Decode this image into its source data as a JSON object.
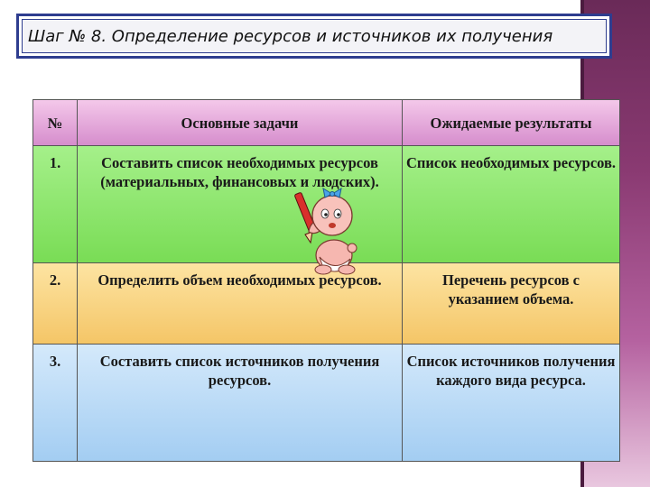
{
  "title": "Шаг № 8. Определение ресурсов и источников их получения",
  "table": {
    "headers": [
      "№",
      "Основные задачи",
      "Ожидаемые результаты"
    ],
    "rows": [
      {
        "num": "1.",
        "task": "Составить список необходимых ресурсов (материальных, финансовых и людских).",
        "result": "Список необходимых ресурсов."
      },
      {
        "num": "2.",
        "task": "Определить объем необходимых ресурсов.",
        "result": "Перечень ресурсов с указанием объема."
      },
      {
        "num": "3.",
        "task": "Составить список источников получения ресурсов.",
        "result": "Список источников получения каждого вида ресурса."
      }
    ]
  },
  "colors": {
    "header_row": "#d58ccc",
    "row1": "#79dc55",
    "row2": "#f4c566",
    "row3": "#a3cdf2",
    "side_strip": "#8a3a72",
    "title_border": "#2e3d8f"
  },
  "illustration": "baby-with-pencil-clipart"
}
